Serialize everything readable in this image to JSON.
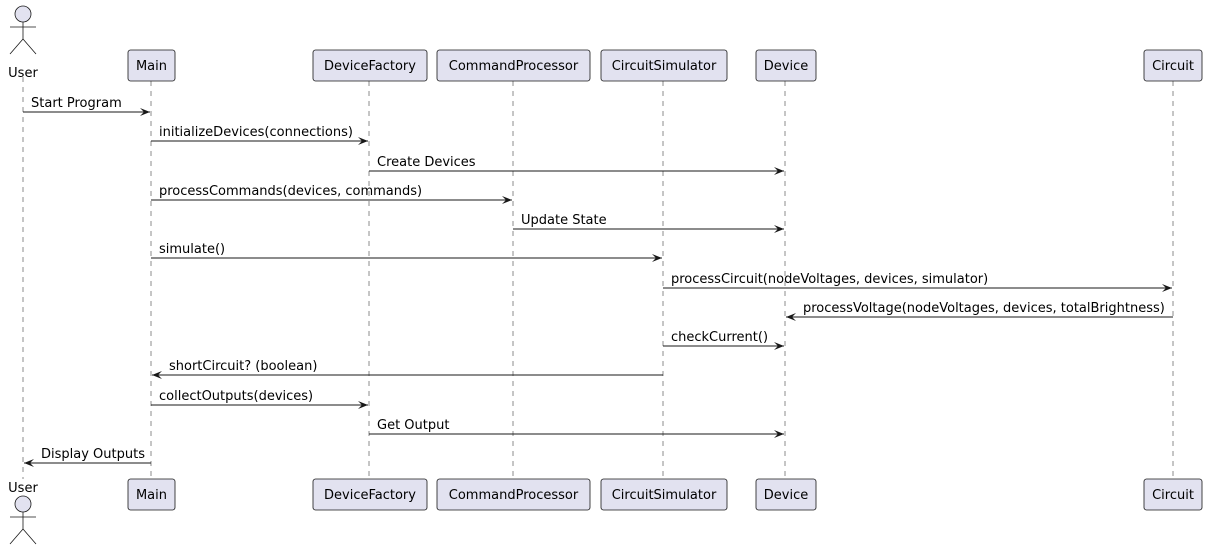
{
  "colors": {
    "participant_fill": "#E2E2F0",
    "stroke": "#181818",
    "background": "#FFFFFF"
  },
  "participants": [
    {
      "id": "user",
      "label": "User",
      "kind": "actor"
    },
    {
      "id": "main",
      "label": "Main",
      "kind": "box"
    },
    {
      "id": "devicefactory",
      "label": "DeviceFactory",
      "kind": "box"
    },
    {
      "id": "commandprocessor",
      "label": "CommandProcessor",
      "kind": "box"
    },
    {
      "id": "circuitsimulator",
      "label": "CircuitSimulator",
      "kind": "box"
    },
    {
      "id": "device",
      "label": "Device",
      "kind": "box"
    },
    {
      "id": "circuit",
      "label": "Circuit",
      "kind": "box"
    }
  ],
  "messages": [
    {
      "from": "user",
      "to": "main",
      "label": "Start Program"
    },
    {
      "from": "main",
      "to": "devicefactory",
      "label": "initializeDevices(connections)"
    },
    {
      "from": "devicefactory",
      "to": "device",
      "label": "Create Devices"
    },
    {
      "from": "main",
      "to": "commandprocessor",
      "label": "processCommands(devices, commands)"
    },
    {
      "from": "commandprocessor",
      "to": "device",
      "label": "Update State"
    },
    {
      "from": "main",
      "to": "circuitsimulator",
      "label": "simulate()"
    },
    {
      "from": "circuitsimulator",
      "to": "circuit",
      "label": "processCircuit(nodeVoltages, devices, simulator)"
    },
    {
      "from": "circuit",
      "to": "device",
      "label": "processVoltage(nodeVoltages, devices, totalBrightness)"
    },
    {
      "from": "circuitsimulator",
      "to": "device",
      "label": "checkCurrent()"
    },
    {
      "from": "circuitsimulator",
      "to": "main",
      "label": "shortCircuit? (boolean)"
    },
    {
      "from": "main",
      "to": "devicefactory",
      "label": "collectOutputs(devices)"
    },
    {
      "from": "devicefactory",
      "to": "device",
      "label": "Get Output"
    },
    {
      "from": "main",
      "to": "user",
      "label": "Display Outputs"
    }
  ]
}
